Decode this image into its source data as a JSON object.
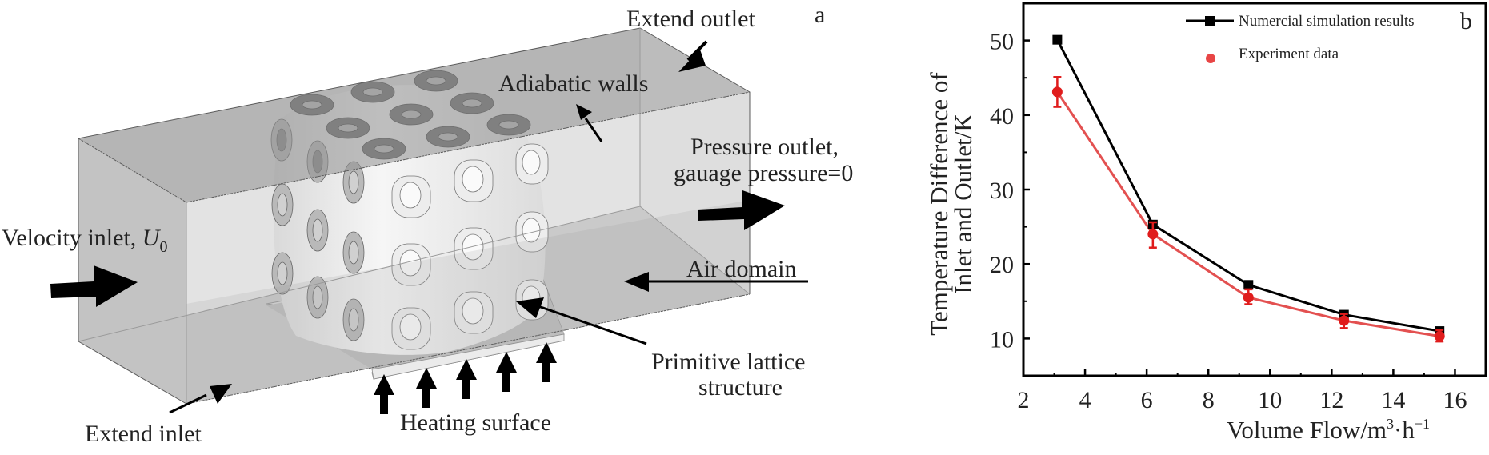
{
  "panel_a": {
    "label": "a",
    "annotations": {
      "extend_outlet": "Extend outlet",
      "adiabatic_walls": "Adiabatic walls",
      "pressure_outlet_line1": "Pressure outlet,",
      "pressure_outlet_line2": "gauage pressure=0",
      "velocity_inlet": "Velocity inlet, ",
      "velocity_symbol": "U",
      "velocity_subscript": "0",
      "air_domain": "Air domain",
      "primitive_line1": "Primitive lattice",
      "primitive_line2": "structure",
      "heating_surface": "Heating surface",
      "extend_inlet": "Extend inlet"
    },
    "colors": {
      "box_top": "#b4b4b4",
      "box_side": "#c6c6c6",
      "box_front": "#e6e6e6",
      "box_bottom": "#c9c9c9",
      "lattice": "#f2f2f2",
      "lattice_ring": "#6e6e6e",
      "arrow": "#000000"
    }
  },
  "panel_b": {
    "label": "b"
  },
  "chart_data": {
    "type": "line",
    "title": "",
    "xlabel": "Volume Flow/m³·h⁻¹",
    "xlabel_parts": {
      "base": "Volume Flow/m",
      "sup1": "3",
      "mid": "·h",
      "sup2": "−1"
    },
    "ylabel_line1": "Temperature Difference of",
    "ylabel_line2": "Inlet and Outlet/K",
    "xlim": [
      2,
      17
    ],
    "ylim": [
      5,
      55
    ],
    "xticks": [
      2,
      4,
      6,
      8,
      10,
      12,
      14,
      16
    ],
    "yticks": [
      10,
      20,
      30,
      40,
      50
    ],
    "legend_position": "top-right",
    "grid": false,
    "series": [
      {
        "name": "Numercial simulation results",
        "marker": "square",
        "color": "#000000",
        "x": [
          3.1,
          6.2,
          9.3,
          12.4,
          15.5
        ],
        "y": [
          50.1,
          25.3,
          17.2,
          13.2,
          11.0
        ]
      },
      {
        "name": "Experiment data",
        "marker": "circle",
        "color": "#e84545",
        "line_color": "#e35050",
        "errorbar_color": "#e01c1c",
        "x": [
          3.1,
          6.2,
          9.3,
          12.4,
          15.5
        ],
        "y": [
          43.1,
          24.0,
          15.5,
          12.4,
          10.3
        ],
        "err_low": [
          41.1,
          22.2,
          14.6,
          11.4,
          9.6
        ],
        "err_high": [
          45.1,
          25.6,
          16.6,
          13.3,
          11.1
        ]
      }
    ]
  }
}
